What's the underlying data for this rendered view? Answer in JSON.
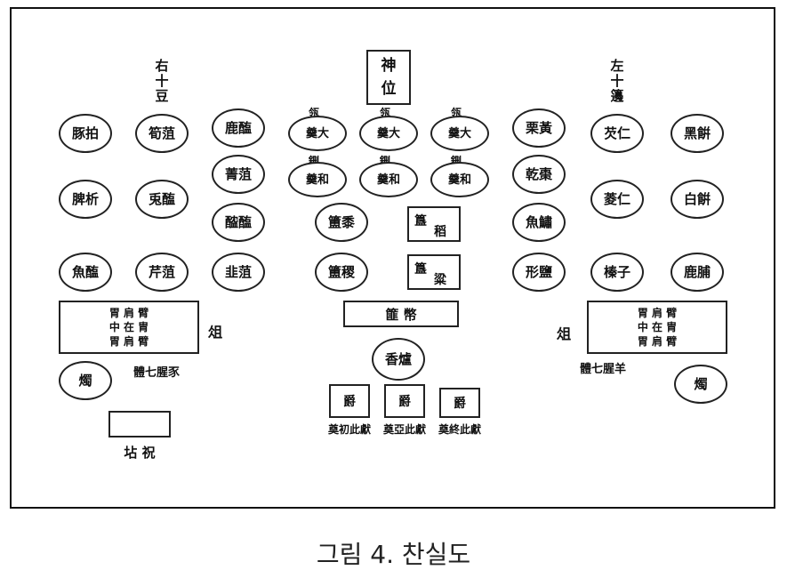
{
  "title_box": {
    "line1": "神",
    "line2": "位"
  },
  "left_header": "右十豆",
  "right_header": "左十籩",
  "left_outer": [
    {
      "id": "l1",
      "text": "豚拍"
    },
    {
      "id": "l2",
      "text": "脾析"
    },
    {
      "id": "l3",
      "text": "魚醢"
    }
  ],
  "left_mid": [
    {
      "id": "m1",
      "text": "筍菹"
    },
    {
      "id": "m2",
      "text": "兎醢"
    },
    {
      "id": "m3",
      "text": "芹菹"
    }
  ],
  "left_inner": [
    {
      "id": "i1",
      "text": "鹿醢"
    },
    {
      "id": "i2",
      "text": "菁菹"
    },
    {
      "id": "i3",
      "text": "醓醢"
    },
    {
      "id": "i4",
      "text": "韭菹"
    }
  ],
  "center_top_tabs": [
    "瓴",
    "瓴",
    "瓴"
  ],
  "center_row1": [
    "羹大",
    "羹大",
    "羹大"
  ],
  "center_mid_tabs": [
    "鉶",
    "鉶",
    "鉶"
  ],
  "center_row2": [
    "羹和",
    "羹和",
    "羹和"
  ],
  "center_fu": [
    {
      "id": "fu1",
      "text": "簠黍"
    },
    {
      "id": "fu2",
      "text": "簠稷"
    }
  ],
  "center_gui": [
    {
      "id": "g1",
      "a": "簋",
      "b": "稻"
    },
    {
      "id": "g2",
      "a": "簋",
      "b": "粱"
    }
  ],
  "center_bi": "篚 幣",
  "censer": "香爐",
  "cups": [
    "爵",
    "爵",
    "爵"
  ],
  "cup_notes": [
    "奠初此獻",
    "奠亞此獻",
    "奠終此獻"
  ],
  "right_inner": [
    {
      "id": "r1",
      "text": "栗黃"
    },
    {
      "id": "r2",
      "text": "乾棗"
    },
    {
      "id": "r3",
      "text": "魚鱐"
    },
    {
      "id": "r4",
      "text": "形鹽"
    }
  ],
  "right_mid": [
    {
      "id": "rm1",
      "text": "芡仁"
    },
    {
      "id": "rm2",
      "text": "菱仁"
    },
    {
      "id": "rm3",
      "text": "榛子"
    }
  ],
  "right_outer": [
    {
      "id": "ro1",
      "text": "黑餠"
    },
    {
      "id": "ro2",
      "text": "白餠"
    },
    {
      "id": "ro3",
      "text": "鹿脯"
    }
  ],
  "left_zu": {
    "lines": [
      "胃 肩 臂",
      "中 在 胄",
      "胃 肩 臂"
    ],
    "label": "俎",
    "caption": "體七腥豕"
  },
  "right_zu": {
    "lines": [
      "胃 肩 臂",
      "中 在 胄",
      "胃 肩 臂"
    ],
    "label": "俎",
    "caption": "體七腥羊"
  },
  "candle_left": "燭",
  "candle_right": "燭",
  "altar_label": "坫 祝",
  "figure_caption": "그림 4. 찬실도"
}
